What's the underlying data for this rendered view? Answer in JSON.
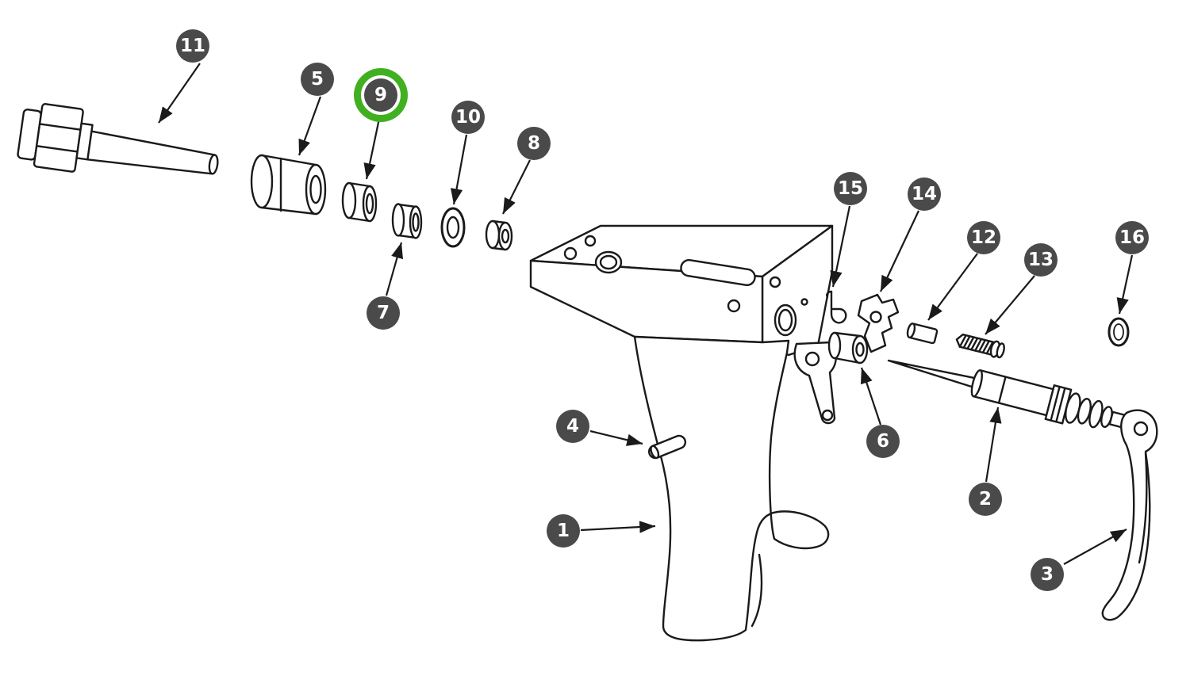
{
  "diagram": {
    "kind": "exploded-parts-diagram",
    "part_count": 16,
    "highlighted_callout": "9"
  },
  "colors": {
    "background": "#ffffff",
    "badge-bg": "#4a4a4a",
    "badge-text": "#ffffff",
    "highlight-ring": "#41b020",
    "line-color": "#1a1a1a"
  },
  "callouts": [
    {
      "label": "1",
      "highlighted": false
    },
    {
      "label": "2",
      "highlighted": false
    },
    {
      "label": "3",
      "highlighted": false
    },
    {
      "label": "4",
      "highlighted": false
    },
    {
      "label": "5",
      "highlighted": false
    },
    {
      "label": "6",
      "highlighted": false
    },
    {
      "label": "7",
      "highlighted": false
    },
    {
      "label": "8",
      "highlighted": false
    },
    {
      "label": "9",
      "highlighted": true
    },
    {
      "label": "10",
      "highlighted": false
    },
    {
      "label": "11",
      "highlighted": false
    },
    {
      "label": "12",
      "highlighted": false
    },
    {
      "label": "13",
      "highlighted": false
    },
    {
      "label": "14",
      "highlighted": false
    },
    {
      "label": "15",
      "highlighted": false
    },
    {
      "label": "16",
      "highlighted": false
    }
  ]
}
